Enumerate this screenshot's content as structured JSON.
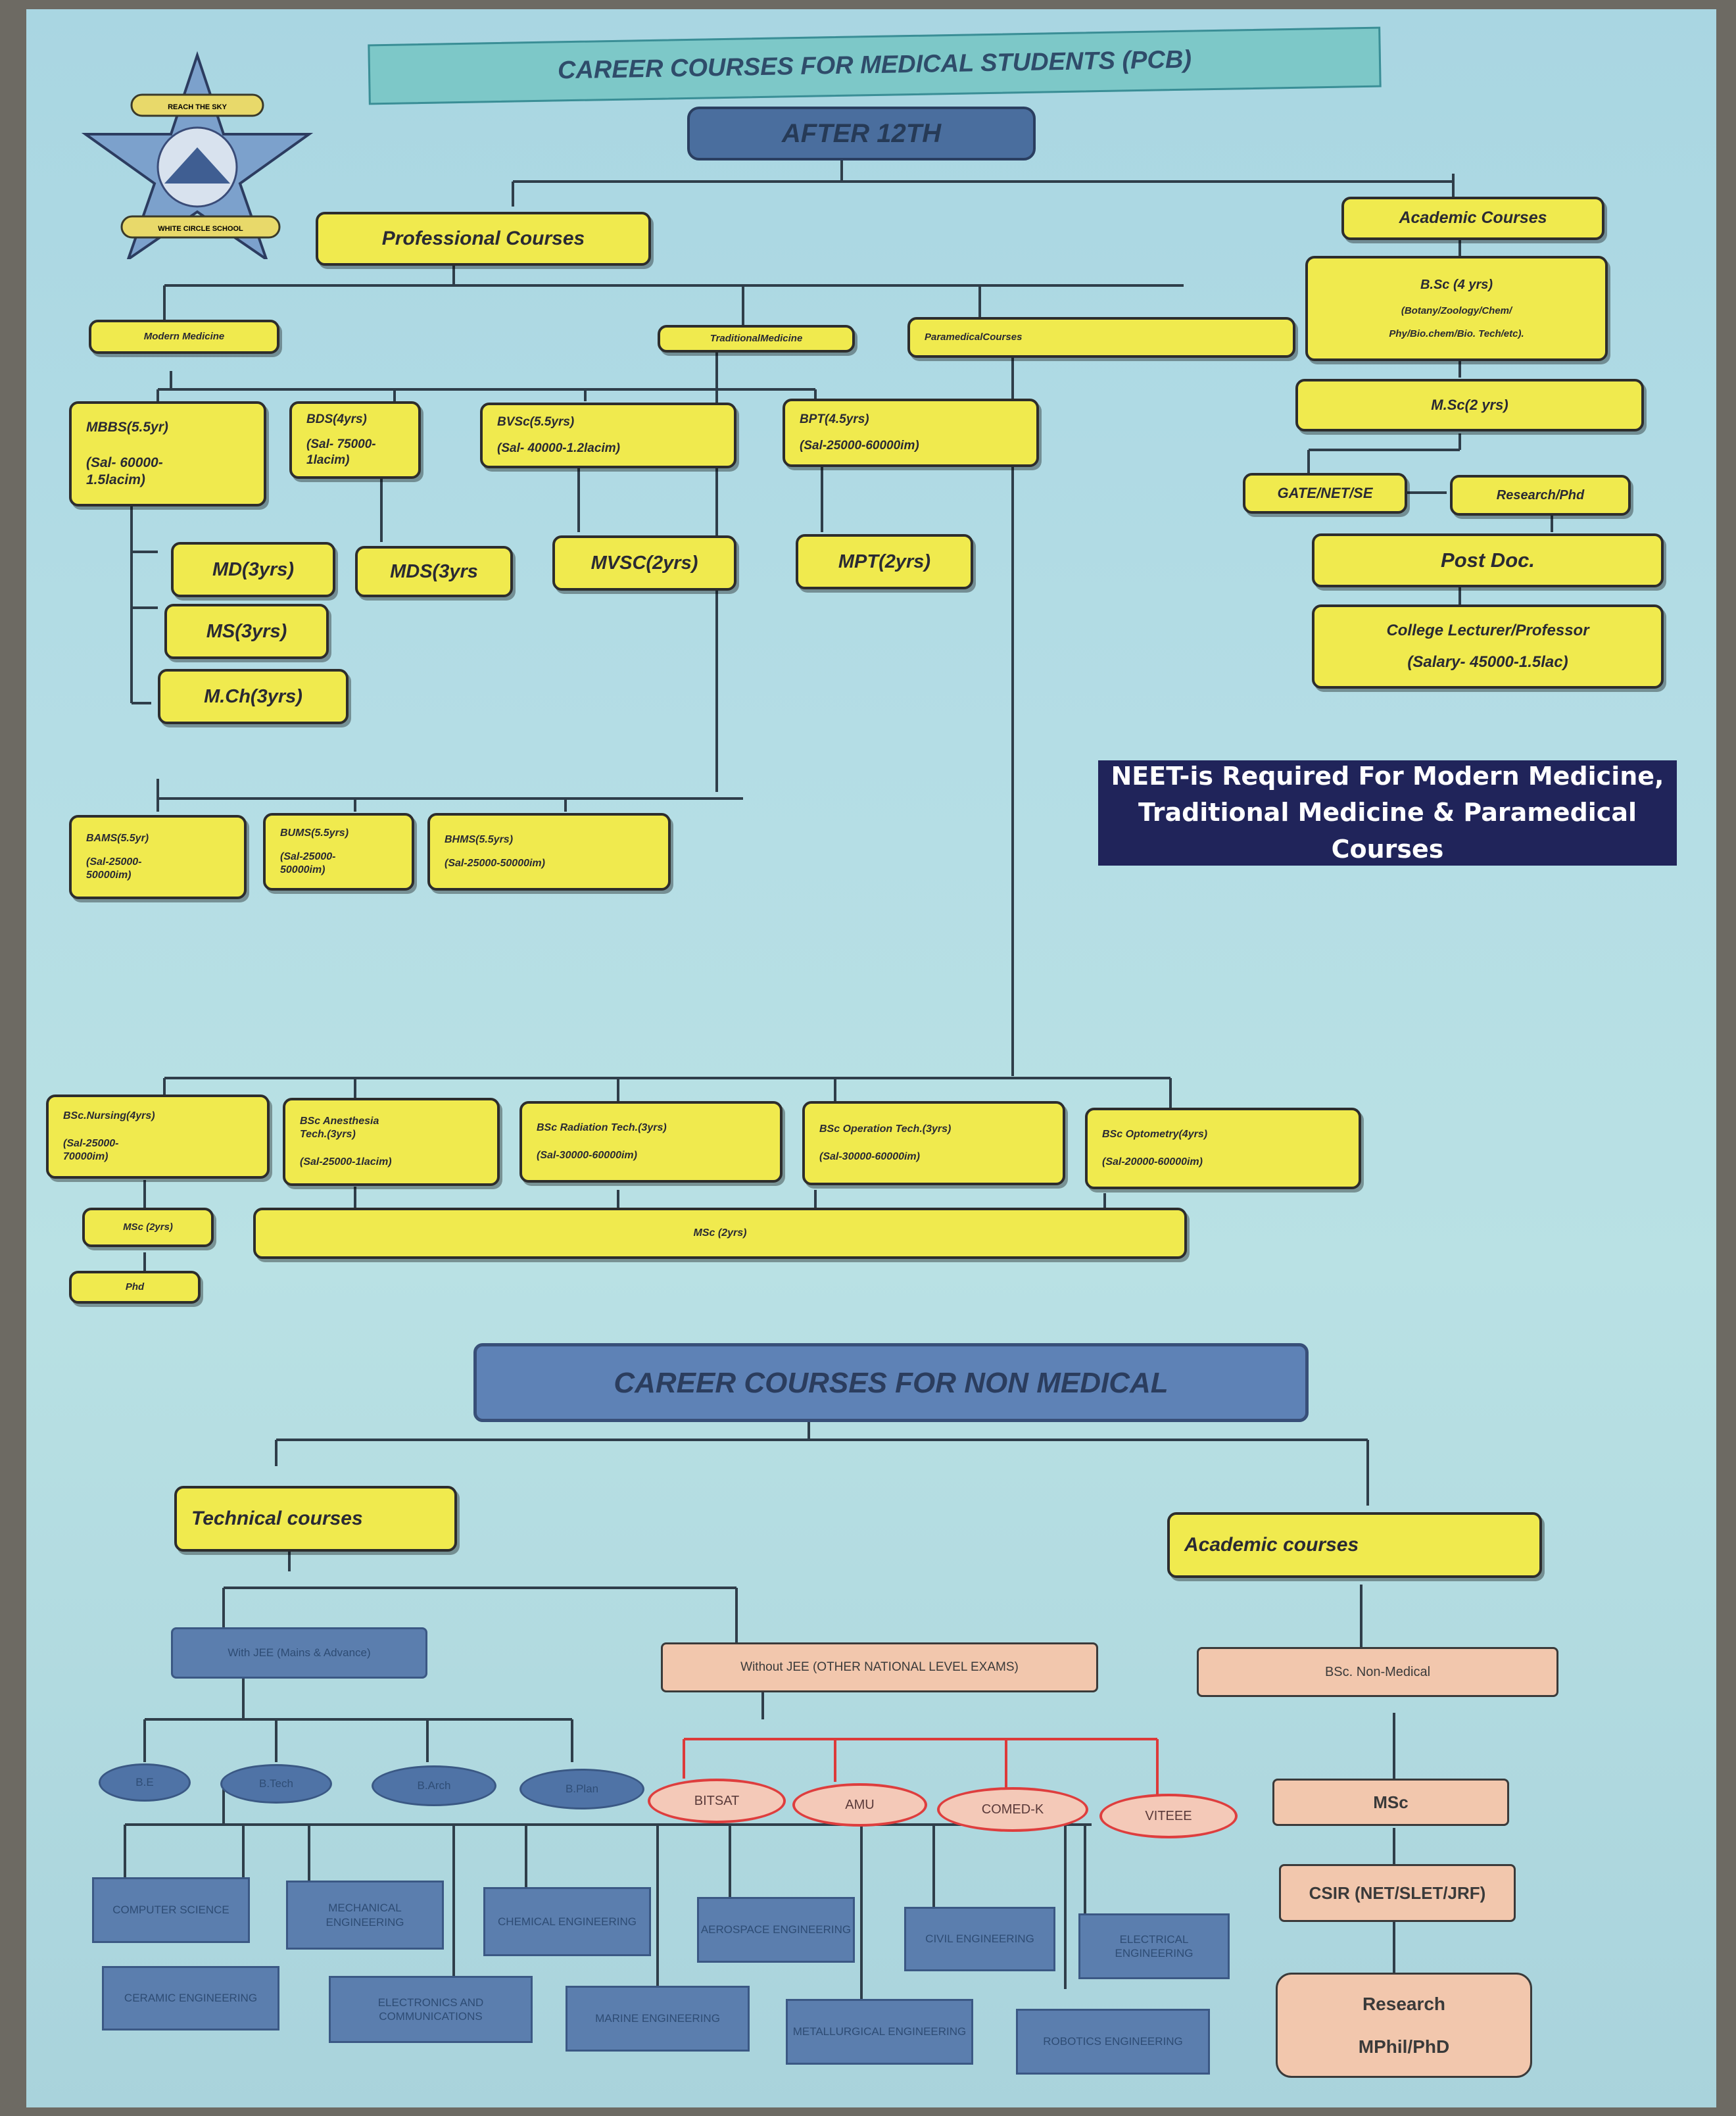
{
  "title": "CAREER COURSES FOR MEDICAL STUDENTS (PCB)",
  "after12": "AFTER 12TH",
  "logo": {
    "motto": "REACH THE SKY",
    "school": "WHITE CIRCLE SCHOOL"
  },
  "medical": {
    "professional": "Professional Courses",
    "academic": "Academic Courses",
    "modern_medicine": "Modern Medicine",
    "traditional_medicine": "TraditionalMedicine",
    "paramedical": "ParamedicalCourses",
    "mbbs": {
      "title": "MBBS(5.5yr)",
      "sal": "(Sal- 60000-",
      "sal2": "1.5lacim)"
    },
    "bds": {
      "title": "BDS(4yrs)",
      "sal": "(Sal- 75000-",
      "sal2": "1lacim)"
    },
    "bvsc": {
      "title": "BVSc(5.5yrs)",
      "sal": "(Sal- 40000-1.2lacim)"
    },
    "bpt": {
      "title": "BPT(4.5yrs)",
      "sal": "(Sal-25000-60000im)"
    },
    "md": "MD(3yrs)",
    "ms": "MS(3yrs)",
    "mch": "M.Ch(3yrs)",
    "mds": "MDS(3yrs",
    "mvsc": "MVSC(2yrs)",
    "mpt": "MPT(2yrs)",
    "bams": {
      "title": "BAMS(5.5yr)",
      "sal": "(Sal-25000-",
      "sal2": "50000im)"
    },
    "bums": {
      "title": "BUMS(5.5yrs)",
      "sal": "(Sal-25000-",
      "sal2": "50000im)"
    },
    "bhms": {
      "title": "BHMS(5.5yrs)",
      "sal": "(Sal-25000-50000im)"
    },
    "bsc": {
      "title": "B.Sc (4 yrs)",
      "l2": "(Botany/Zoology/Chem/",
      "l3": "Phy/Bio.chem/Bio. Tech/etc)."
    },
    "msc": "M.Sc(2 yrs)",
    "gate": "GATE/NET/SE",
    "research": "Research/Phd",
    "postdoc": "Post Doc.",
    "lecturer": {
      "title": "College Lecturer/Professor",
      "sal": "(Salary- 45000-1.5lac)"
    },
    "neet_l1": "NEET-is Required For Modern Medicine,",
    "neet_l2": "Traditional Medicine & Paramedical Courses",
    "nursing": {
      "title": "BSc.Nursing(4yrs)",
      "sal": "(Sal-25000-",
      "sal2": "70000im)"
    },
    "anaesthesia": {
      "title": "BSc Anesthesia",
      "l2": "Tech.(3yrs)",
      "sal": "(Sal-25000-1lacim)"
    },
    "radiation": {
      "title": "BSc Radiation Tech.(3yrs)",
      "sal": "(Sal-30000-60000im)"
    },
    "operation": {
      "title": "BSc Operation Tech.(3yrs)",
      "sal": "(Sal-30000-60000im)"
    },
    "optometry": {
      "title": "BSc Optometry(4yrs)",
      "sal": "(Sal-20000-60000im)"
    },
    "msc_small": "MSc (2yrs)",
    "msc_wide": "MSc (2yrs)",
    "phd": "Phd"
  },
  "nonmedical": {
    "title": "CAREER COURSES FOR NON MEDICAL",
    "technical": "Technical courses",
    "academic": "Academic courses",
    "with_jee": "With JEE (Mains & Advance)",
    "without_jee": "Without JEE (OTHER NATIONAL LEVEL EXAMS)",
    "bsc_nonmed": "BSc. Non-Medical",
    "degrees": [
      "B.E",
      "B.Tech",
      "B.Arch",
      "B.Plan"
    ],
    "exams": [
      "BITSAT",
      "AMU",
      "COMED-K",
      "VITEEE"
    ],
    "msc": "MSc",
    "csir": "CSIR (NET/SLET/JRF)",
    "research": "Research",
    "mphil": "MPhil/PhD",
    "branches": [
      "COMPUTER SCIENCE",
      "MECHANICAL ENGINEERING",
      "CHEMICAL ENGINEERING",
      "AEROSPACE ENGINEERING",
      "CIVIL ENGINEERING",
      "ELECTRICAL ENGINEERING",
      "CERAMIC ENGINEERING",
      "ELECTRONICS AND COMMUNICATIONS",
      "MARINE ENGINEERING",
      "METALLURGICAL ENGINEERING",
      "ROBOTICS ENGINEERING"
    ]
  }
}
